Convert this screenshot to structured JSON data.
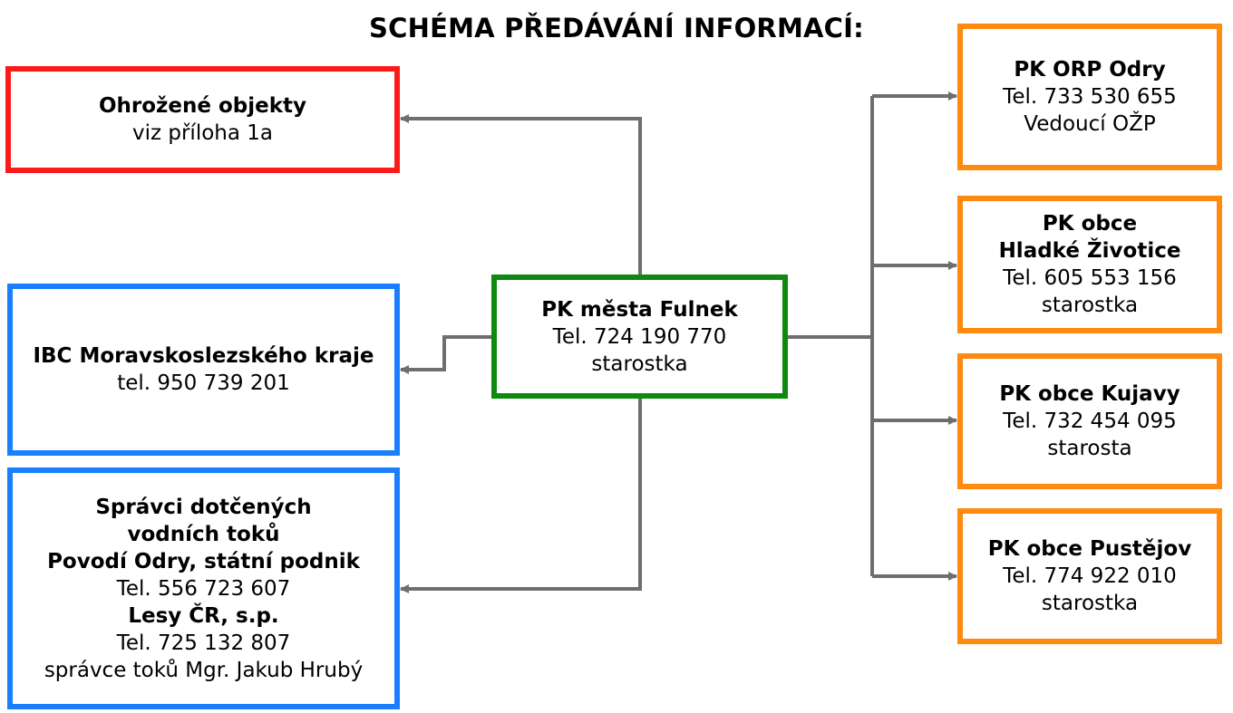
{
  "title": "SCHÉMA PŘEDÁVÁNÍ INFORMACÍ:",
  "colors": {
    "red": "#ff1a1a",
    "blue": "#1a7fff",
    "green": "#0e8a0e",
    "orange": "#ff8a10",
    "connector": "#6e6e6e"
  },
  "nodes": {
    "center": {
      "l1": "PK města Fulnek",
      "l2": "Tel. 724 190 770",
      "l3": "starostka"
    },
    "ohrozene": {
      "l1": "Ohrožené objekty",
      "l2": "viz příloha 1a"
    },
    "ibc": {
      "l1": "IBC Moravskoslezského kraje",
      "l2": "tel. 950 739 201"
    },
    "spravci": {
      "l1": "Správci dotčených",
      "l2": "vodních toků",
      "l3": "Povodí Odry, státní podnik",
      "l4": "Tel. 556 723 607",
      "l5": "Lesy ČR, s.p.",
      "l6": "Tel. 725 132 807",
      "l7": "správce toků Mgr. Jakub Hrubý"
    },
    "orp_odry": {
      "l1": "PK ORP Odry",
      "l2": "Tel. 733 530 655",
      "l3": "Vedoucí OŽP"
    },
    "hladke": {
      "l1": "PK obce",
      "l2": "Hladké Životice",
      "l3": "Tel. 605 553 156",
      "l4": "starostka"
    },
    "kujavy": {
      "l1": "PK obce Kujavy",
      "l2": "Tel. 732 454 095",
      "l3": "starosta"
    },
    "pustejov": {
      "l1": "PK obce Pustějov",
      "l2": "Tel. 774 922 010",
      "l3": "starostka"
    }
  }
}
